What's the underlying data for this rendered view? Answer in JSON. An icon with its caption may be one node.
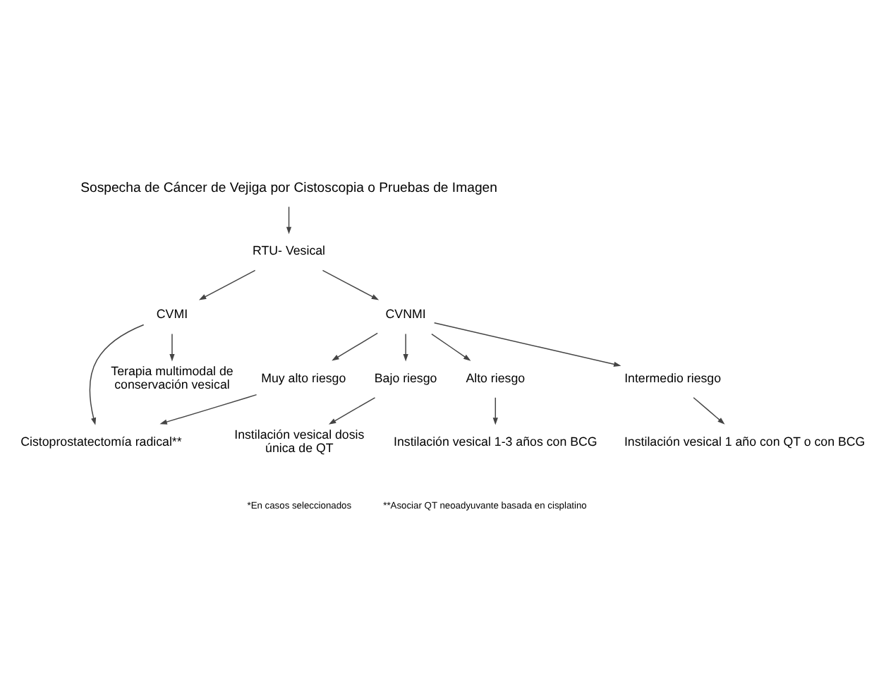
{
  "diagram": {
    "nodes": [
      {
        "text": [
          "Sospecha de Cáncer de Vejiga por Cistoscopia o Pruebas de Imagen"
        ]
      },
      {
        "text": [
          "RTU- Vesical"
        ]
      },
      {
        "text": [
          "CVNMI"
        ]
      },
      {
        "text": [
          "Muy alto riesgo"
        ]
      },
      {
        "text": [
          "CVMI"
        ]
      },
      {
        "text": [
          "Bajo riesgo"
        ]
      },
      {
        "text": [
          "Alto riesgo"
        ]
      },
      {
        "text": [
          "Intermedio riesgo"
        ]
      },
      {
        "text": [
          "Cistoprostatectomía radical**"
        ]
      },
      {
        "text": [
          "Instilación vesical dosis única de QT"
        ]
      },
      {
        "text": [
          "Instilación vesical 1-3 años con BCG"
        ]
      },
      {
        "text": [
          "Instilación vesical 1 año con QT o con BCG"
        ]
      },
      {
        "text": [
          "Terapia multimodal de conservación vesical"
        ]
      }
    ],
    "edges": [
      {
        "from": 0,
        "to": 1,
        "arrow": "to"
      },
      {
        "from": 1,
        "to": 2,
        "arrow": "to"
      },
      {
        "from": 1,
        "to": 4,
        "arrow": "to"
      },
      {
        "from": 2,
        "to": 5,
        "arrow": "to"
      },
      {
        "from": 2,
        "to": 7,
        "arrow": "to"
      },
      {
        "from": 2,
        "to": 6,
        "arrow": "to"
      },
      {
        "from": 2,
        "to": 3,
        "arrow": "to"
      },
      {
        "from": 3,
        "to": 8,
        "arrow": "to"
      },
      {
        "from": 4,
        "to": 8,
        "arrow": "to"
      },
      {
        "from": 4,
        "to": 12,
        "arrow": "to"
      },
      {
        "from": 5,
        "to": 9,
        "arrow": "to"
      },
      {
        "from": 7,
        "to": 11,
        "arrow": "to"
      },
      {
        "from": 6,
        "to": 10,
        "arrow": "to"
      }
    ],
    "labels": [
      "*En casos seleccionados",
      "**Asociar QT neoadyuvante basada en cisplatino"
    ]
  }
}
